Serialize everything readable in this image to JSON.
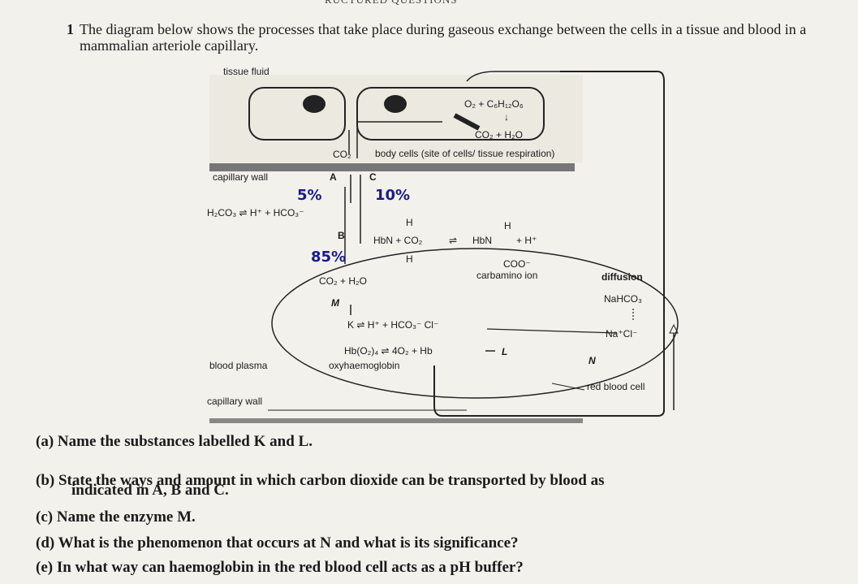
{
  "header_fragment": "RUCTURED QUESTIONS",
  "question": {
    "number": "1",
    "intro": "The diagram below shows the processes that take place during gaseous exchange between the cells in a tissue and blood in a mammalian arteriole capillary."
  },
  "diagram": {
    "tissue_fluid": "tissue fluid",
    "respiration_top": "O₂ + C₆H₁₂O₆",
    "respiration_bottom": "CO₂ + H₂O",
    "co2_label": "CO₂",
    "body_cells": "body cells (site of cells/ tissue respiration)",
    "capillary_wall_top": "capillary wall",
    "label_A": "A",
    "label_C": "C",
    "handwritten_5": "5%",
    "handwritten_10": "10%",
    "carbonic_eq": "H₂CO₃ ⇌ H⁺ + HCO₃⁻",
    "label_B": "B",
    "handwritten_85": "85%",
    "hb_left_h_top": "H",
    "hb_left": "HbN + CO₂",
    "hb_left_h_bottom": "H",
    "hb_eq": "⇌",
    "hb_right_h": "H",
    "hb_right": "HbN",
    "hb_right_hplus": "+ H⁺",
    "coo": "COO⁻",
    "carbamino": "carbamino ion",
    "diffusion": "diffusion",
    "co2_h2o": "CO₂ + H₂O",
    "label_M": "M",
    "nahco3": "NaHCO₃",
    "k_eq": "K ⇌ H⁺ + HCO₃⁻ Cl⁻",
    "nacl": "Na⁺Cl⁻",
    "oxy_eq": "Hb(O₂)₄ ⇌ 4O₂ + Hb",
    "label_L": "L",
    "label_N": "N",
    "blood_plasma": "blood plasma",
    "oxyhaemoglobin": "oxyhaemoglobin",
    "red_blood_cell": "red blood cell",
    "capillary_wall_bottom": "capillary wall"
  },
  "subquestions": [
    {
      "label": "(a)",
      "text": "Name the substances labelled K and L."
    },
    {
      "label": "(b)",
      "text": "State the ways and amount in which carbon dioxide can be transported by blood as"
    },
    {
      "label": "",
      "text": "indicated in A, B and C."
    },
    {
      "label": "(c)",
      "text": "Name the enzyme M."
    },
    {
      "label": "(d)",
      "text": "What is the phenomenon that occurs at N and what is its significance?"
    },
    {
      "label": "(e)",
      "text": "In what way can haemoglobin in the red blood cell acts as a pH buffer?"
    }
  ]
}
